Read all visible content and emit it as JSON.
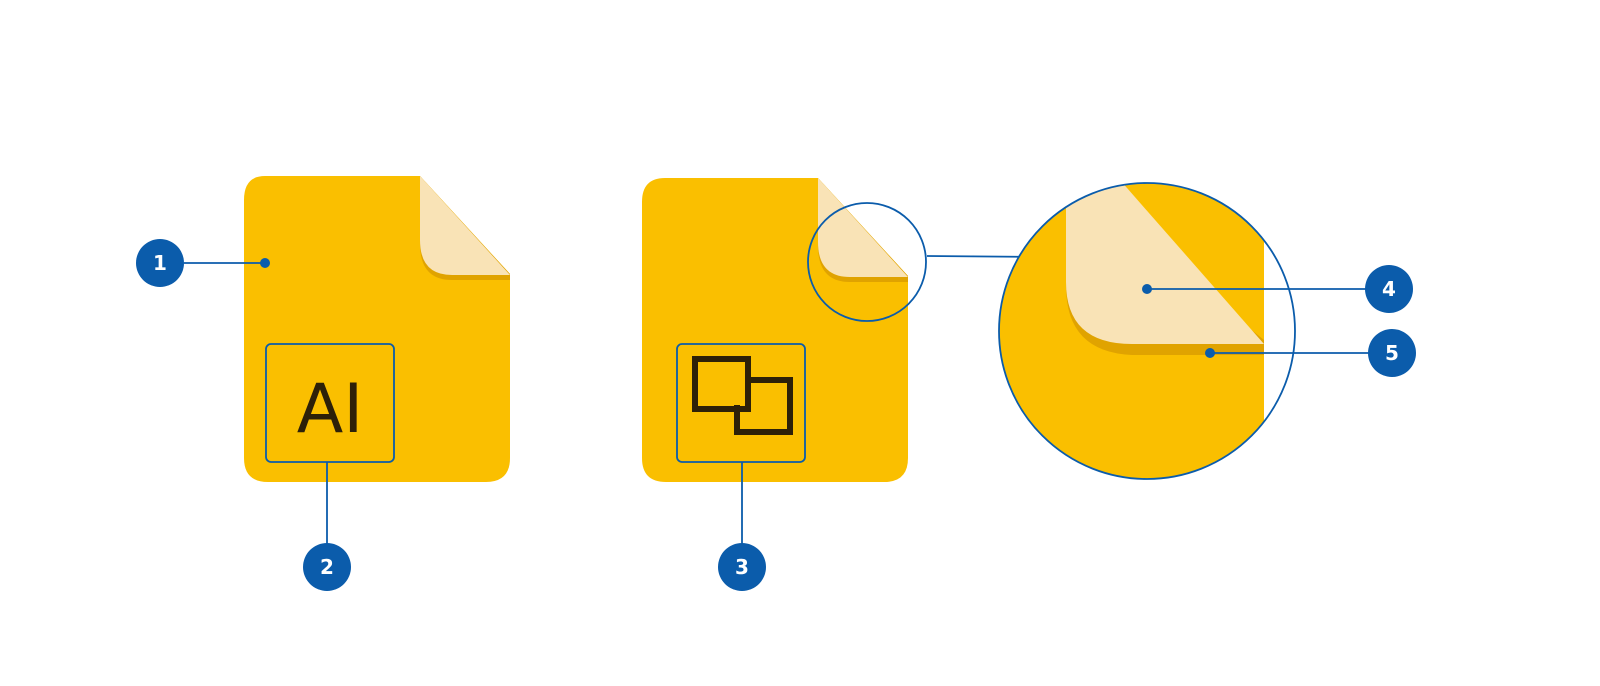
{
  "colors": {
    "file_body": "#fabf00",
    "file_fold": "#f9e3b6",
    "fold_shadow": "#e0a300",
    "callout": "#0b5cab",
    "glyph": "#2d2008"
  },
  "icons": {
    "first_file_glyph": "AI",
    "second_file_glyph": "overlapping-windows-icon"
  },
  "callouts": [
    {
      "label": "1",
      "target": "file-body"
    },
    {
      "label": "2",
      "target": "file-type-glyph"
    },
    {
      "label": "3",
      "target": "file-type-icon"
    },
    {
      "label": "4",
      "target": "corner-fold"
    },
    {
      "label": "5",
      "target": "fold-shadow"
    }
  ]
}
